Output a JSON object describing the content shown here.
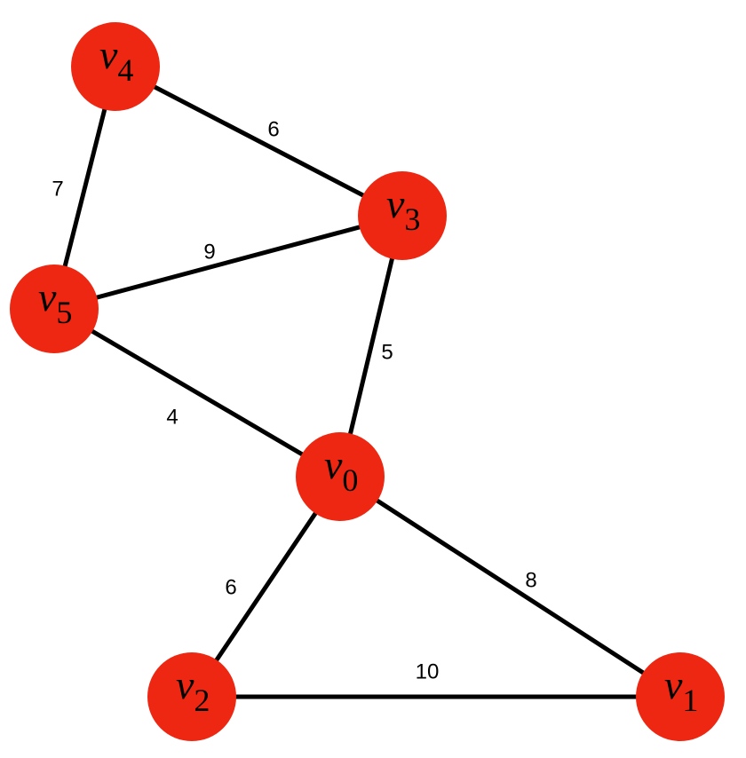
{
  "colors": {
    "node_fill": "#ee2712",
    "edge": "#000000",
    "text": "#000000"
  },
  "nodes": [
    {
      "id": "v0",
      "letter": "v",
      "sub": "0"
    },
    {
      "id": "v1",
      "letter": "v",
      "sub": "1"
    },
    {
      "id": "v2",
      "letter": "v",
      "sub": "2"
    },
    {
      "id": "v3",
      "letter": "v",
      "sub": "3"
    },
    {
      "id": "v4",
      "letter": "v",
      "sub": "4"
    },
    {
      "id": "v5",
      "letter": "v",
      "sub": "5"
    }
  ],
  "edges": [
    {
      "from": "v4",
      "to": "v3",
      "weight": "6"
    },
    {
      "from": "v4",
      "to": "v5",
      "weight": "7"
    },
    {
      "from": "v5",
      "to": "v3",
      "weight": "9"
    },
    {
      "from": "v3",
      "to": "v0",
      "weight": "5"
    },
    {
      "from": "v5",
      "to": "v0",
      "weight": "4"
    },
    {
      "from": "v0",
      "to": "v2",
      "weight": "6"
    },
    {
      "from": "v0",
      "to": "v1",
      "weight": "8"
    },
    {
      "from": "v2",
      "to": "v1",
      "weight": "10"
    }
  ]
}
